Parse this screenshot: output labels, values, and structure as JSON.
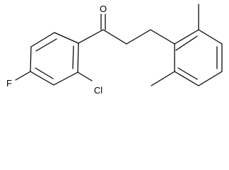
{
  "molecule": {
    "atoms": {
      "oxygen": "O",
      "fluorine": "F",
      "chlorine": "Cl"
    }
  }
}
